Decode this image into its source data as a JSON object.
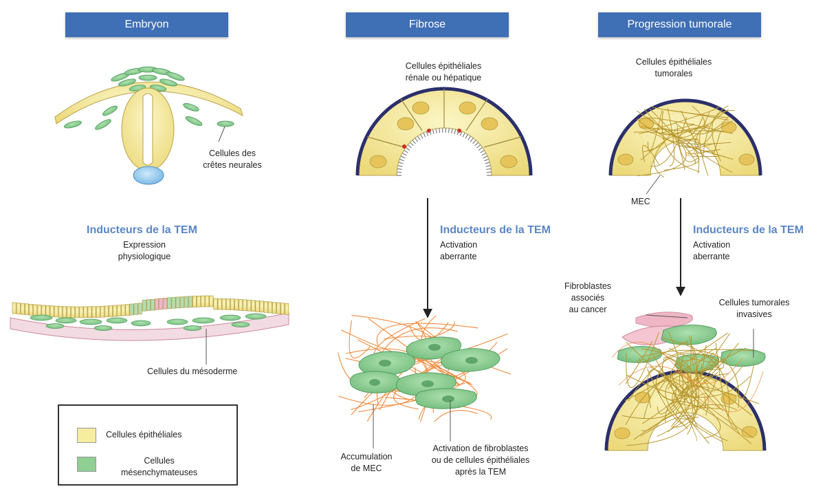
{
  "columns": {
    "embryon": {
      "header": "Embryon",
      "neural_crest_label": "Cellules des\ncrêtes neurales",
      "inducer_title": "Inducteurs de la TEM",
      "inducer_desc": "Expression\nphysiologique",
      "mesoderm_label": "Cellules du mésoderme"
    },
    "fibrose": {
      "header": "Fibrose",
      "epithelial_label": "Cellules épithéliales\nrénale ou hépatique",
      "inducer_title": "Inducteurs de la TEM",
      "inducer_desc": "Activation\naberrante",
      "ecm_accumulation_label": "Accumulation\nde MEC",
      "fibroblast_activation_label": "Activation de fibroblastes\nou de cellules épithéliales\naprès la TEM"
    },
    "progression": {
      "header": "Progression tumorale",
      "tumor_epithelial_label": "Cellules épithéliales\ntumorales",
      "ecm_label": "MEC",
      "inducer_title": "Inducteurs de la TEM",
      "inducer_desc": "Activation\naberrante",
      "caf_label": "Fibroblastes\nassociés\nau cancer",
      "invasive_label": "Cellules tumorales\ninvasives"
    }
  },
  "legend": {
    "epithelial": "Cellules épithéliales",
    "mesenchymal": "Cellules\nmésenchymateuses"
  },
  "colors": {
    "header_bg": "#3f6fb5",
    "inducer_text": "#5b86c4",
    "epithelial": "#f6ee9e",
    "mesenchymal": "#8fcf94",
    "ecm_fiber": "#f08a3c",
    "membrane": "#2b2f6b",
    "pink": "#e8a7b9"
  }
}
